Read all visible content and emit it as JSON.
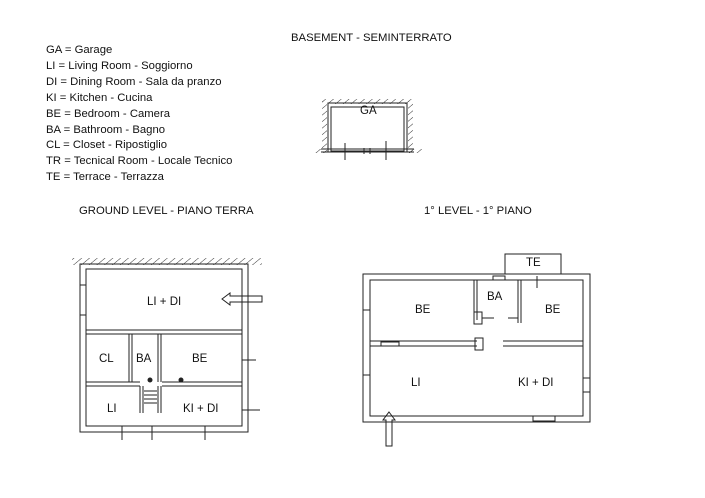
{
  "legend": {
    "items": [
      {
        "code": "GA",
        "text": "GA = Garage"
      },
      {
        "code": "LI",
        "text": "LI = Living Room - Soggiorno"
      },
      {
        "code": "DI",
        "text": "DI = Dining Room - Sala da pranzo"
      },
      {
        "code": "KI",
        "text": "KI = Kitchen - Cucina"
      },
      {
        "code": "BE",
        "text": "BE = Bedroom - Camera"
      },
      {
        "code": "BA",
        "text": "BA = Bathroom - Bagno"
      },
      {
        "code": "CL",
        "text": "CL = Closet - Ripostiglio"
      },
      {
        "code": "TR",
        "text": "TR = Tecnical Room - Locale Tecnico"
      },
      {
        "code": "TE",
        "text": "TE = Terrace - Terrazza"
      }
    ]
  },
  "basement": {
    "title": "BASEMENT - SEMINTERRATO",
    "rooms": [
      "GA"
    ]
  },
  "ground_level": {
    "title": "GROUND LEVEL - PIANO TERRA",
    "rooms": [
      "LI + DI",
      "CL",
      "BA",
      "BE",
      "LI",
      "KI + DI"
    ]
  },
  "first_level": {
    "title": "1° LEVEL - 1° PIANO",
    "rooms": [
      "TE",
      "BE",
      "BA",
      "BE",
      "LI",
      "KI + DI"
    ]
  }
}
